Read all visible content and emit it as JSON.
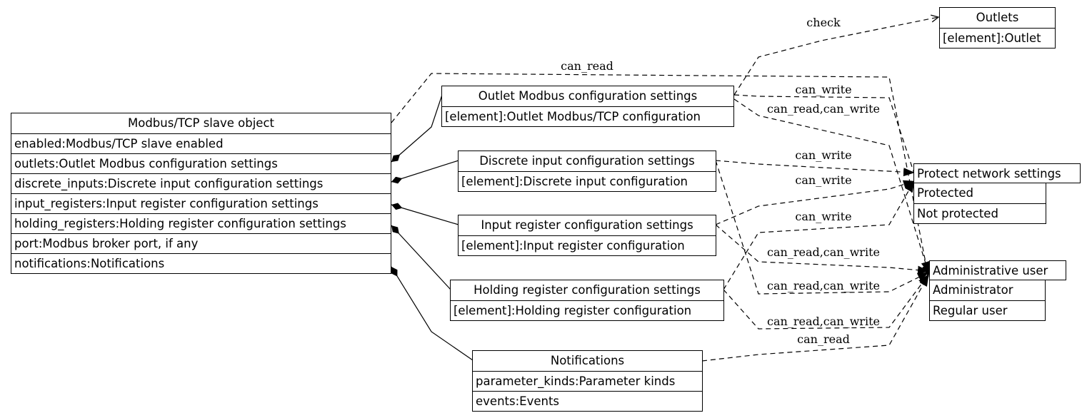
{
  "nodes": {
    "slave": {
      "title": "Modbus/TCP slave object",
      "rows": [
        "enabled:Modbus/TCP slave enabled",
        "outlets:Outlet Modbus configuration settings",
        "discrete_inputs:Discrete input configuration settings",
        "input_registers:Input register configuration settings",
        "holding_registers:Holding register configuration settings",
        "port:Modbus broker port, if any",
        "notifications:Notifications"
      ]
    },
    "outlet_cfg": {
      "title": "Outlet Modbus configuration settings",
      "rows": [
        "[element]:Outlet Modbus/TCP configuration"
      ]
    },
    "discrete_cfg": {
      "title": "Discrete input configuration settings",
      "rows": [
        "[element]:Discrete input configuration"
      ]
    },
    "input_cfg": {
      "title": "Input register configuration settings",
      "rows": [
        "[element]:Input register configuration"
      ]
    },
    "holding_cfg": {
      "title": "Holding register configuration settings",
      "rows": [
        "[element]:Holding register configuration"
      ]
    },
    "notifications": {
      "title": "Notifications",
      "rows": [
        "parameter_kinds:Parameter kinds",
        "events:Events"
      ]
    },
    "outlets": {
      "title": "Outlets",
      "rows": [
        "[element]:Outlet"
      ]
    },
    "protect": {
      "title": "Protect network settings",
      "rows": [
        "Protected",
        "Not protected"
      ]
    },
    "admin": {
      "title": "Administrative user",
      "rows": [
        "Administrator",
        "Regular user"
      ]
    }
  },
  "edge_labels": {
    "check": "check",
    "slave_can_read": "can_read",
    "outlet_can_write": "can_write",
    "outlet_can_read_can_write": "can_read,can_write",
    "discrete_can_write": "can_write",
    "input_can_write": "can_write",
    "holding_can_write": "can_write",
    "input_can_read_can_write": "can_read,can_write",
    "discrete_can_read_can_write": "can_read,can_write",
    "holding_can_read_can_write": "can_read,can_write",
    "notifications_can_read": "can_read"
  }
}
